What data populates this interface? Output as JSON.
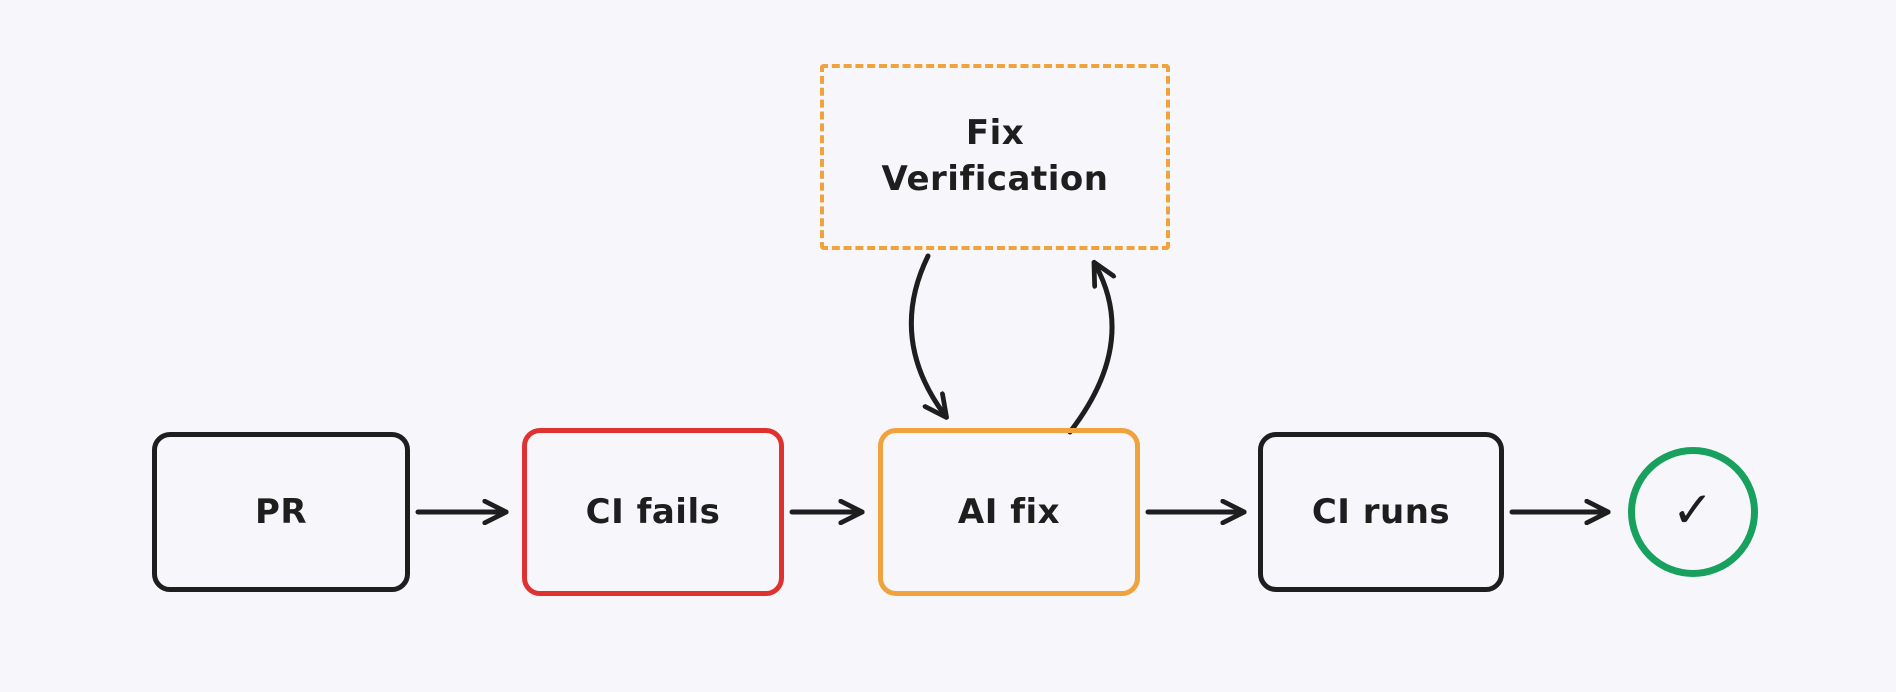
{
  "page": {
    "background": "#f7f6fa"
  },
  "diagram": {
    "nodes": {
      "pr": {
        "label": "PR",
        "border_color": "#1e1e1e",
        "shape": "rounded-rect"
      },
      "ci_fails": {
        "label": "CI fails",
        "border_color": "#e03131",
        "shape": "rounded-rect"
      },
      "ai_fix": {
        "label": "AI fix",
        "border_color": "#f0a23c",
        "shape": "rounded-rect"
      },
      "ci_runs": {
        "label": "CI runs",
        "border_color": "#1e1e1e",
        "shape": "rounded-rect"
      },
      "fix_verification": {
        "label": "Fix Verification",
        "border_color": "#f0a23c",
        "shape": "dashed-rect"
      },
      "success": {
        "symbol": "✓",
        "border_color": "#18a05f",
        "symbol_color": "#1e1e1e",
        "shape": "circle"
      }
    },
    "edges": [
      {
        "from": "PR",
        "to": "CI fails",
        "style": "straight"
      },
      {
        "from": "CI fails",
        "to": "AI fix",
        "style": "straight"
      },
      {
        "from": "AI fix",
        "to": "CI runs",
        "style": "straight"
      },
      {
        "from": "CI runs",
        "to": "success-check",
        "style": "straight"
      },
      {
        "from": "Fix Verification",
        "to": "AI fix",
        "style": "curved"
      },
      {
        "from": "AI fix",
        "to": "Fix Verification",
        "style": "curved"
      }
    ],
    "arrow_color": "#1e1e1e"
  }
}
